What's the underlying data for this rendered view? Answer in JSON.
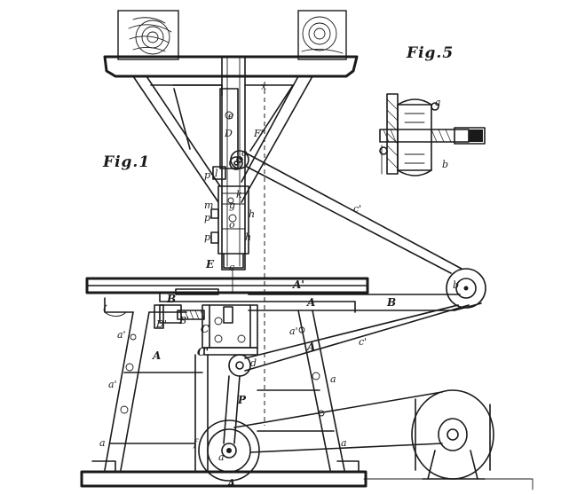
{
  "figures": {
    "fig1_title": "Fig.1",
    "fig5_title": "Fig.5"
  },
  "labels": {
    "x": "x",
    "e": "e",
    "D": "D",
    "F1": "F'",
    "o": "o",
    "p1": "p",
    "l": "l",
    "m": "m",
    "p2": "p",
    "k": "k",
    "h1": "h",
    "p3": "p",
    "g": "g",
    "o2": "o",
    "h2": "h",
    "E": "E",
    "c1": "c",
    "A1": "A'",
    "b1": "b",
    "B1": "B",
    "B2": "B",
    "A2": "A",
    "a1": "a'",
    "D1": "D'",
    "B3": "B'",
    "C": "C",
    "C2": "C'",
    "A3": "A",
    "a2": "a'",
    "a3": "a",
    "A4": "A",
    "a4": "a'",
    "a5": "a",
    "c2": "c'",
    "c3": "c'",
    "d": "d",
    "P": "P",
    "a6": "a",
    "a7": "a",
    "f": "f",
    "A5": "A",
    "fig5_b": "b",
    "fig5_a": "a"
  }
}
